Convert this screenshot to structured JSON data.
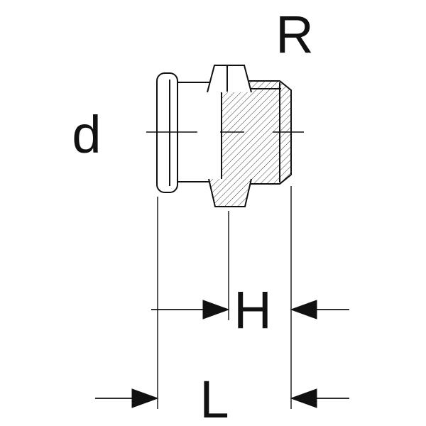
{
  "diagram": {
    "labels": {
      "thread_size": "R",
      "press_diameter": "d",
      "dim_h": "H",
      "dim_l": "L"
    },
    "colors": {
      "line": "#111111",
      "hatch": "#3d3d3d",
      "background": "#ffffff"
    }
  }
}
